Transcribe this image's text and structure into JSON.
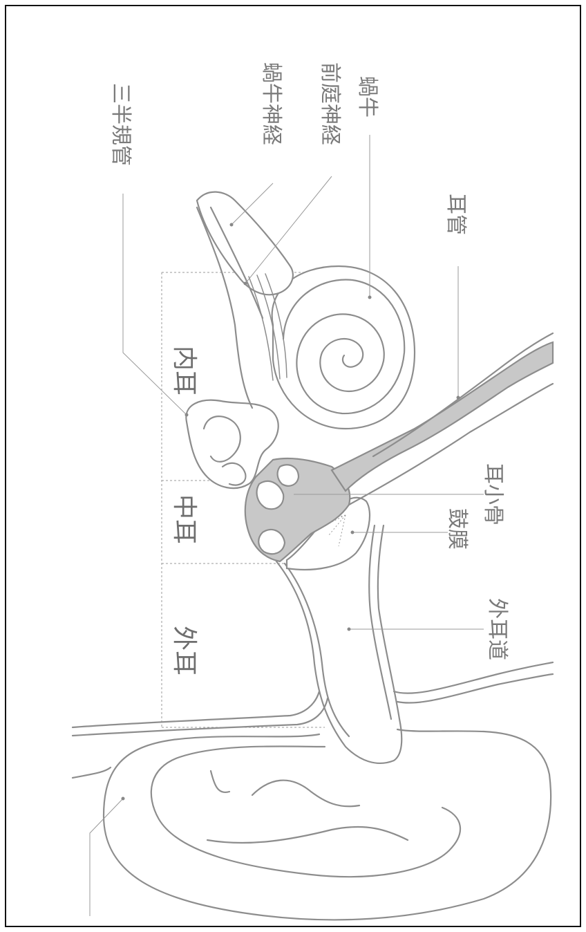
{
  "labels": {
    "semicircular_canals": "三半規管",
    "cochlear_nerve": "蝸牛神経",
    "vestibular_nerve": "前庭神経",
    "cochlea": "蝸牛",
    "eustachian_tube": "耳管",
    "ossicles": "耳小骨",
    "eardrum": "鼓膜",
    "ear_canal": "外耳道",
    "inner_ear": "内耳",
    "middle_ear": "中耳",
    "outer_ear": "外耳"
  }
}
